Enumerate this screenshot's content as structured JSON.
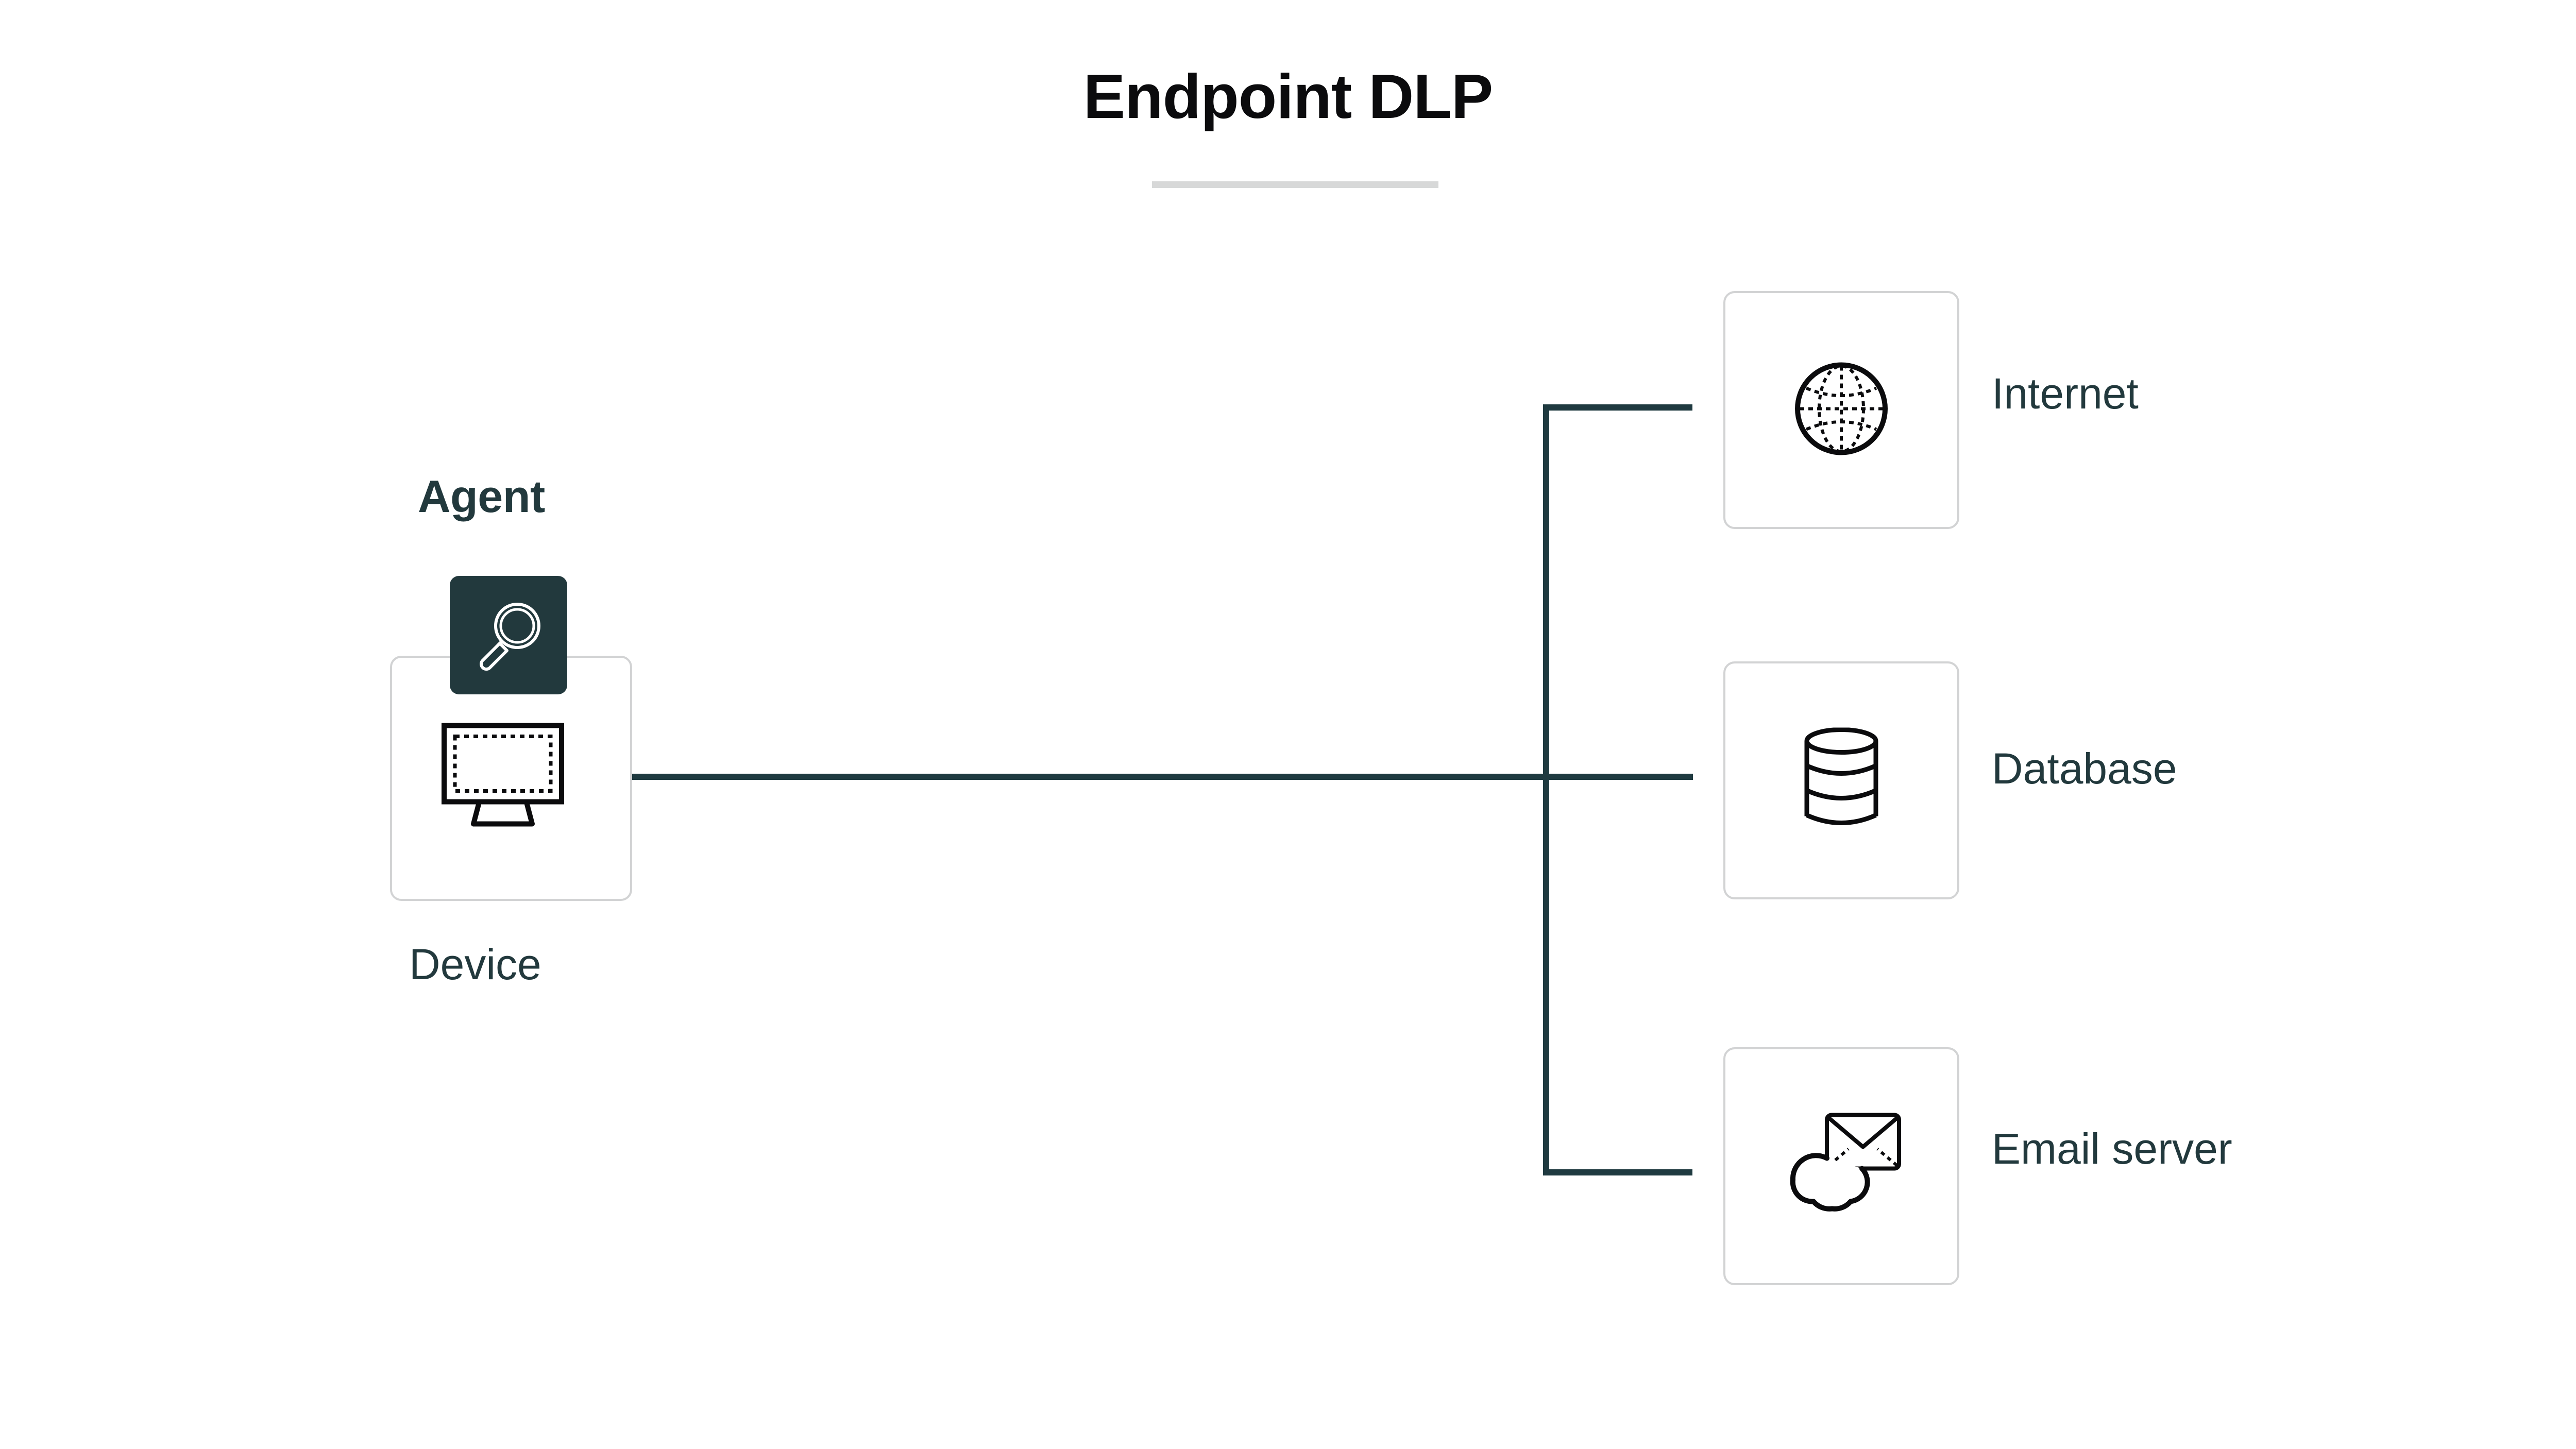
{
  "title": {
    "text": "Endpoint DLP",
    "underline_color": "#d7d8d8"
  },
  "colors": {
    "accent_teal": "#22393d",
    "connector": "#1f3a40",
    "card_border": "#d2d3d4",
    "title_text": "#0b0b0d",
    "label_text": "#22393d",
    "background": "#ffffff",
    "icon_stroke": "#000000",
    "badge_icon": "#ffffff"
  },
  "diagram": {
    "type": "network-topology",
    "source_node": {
      "label": "Device",
      "icon": "monitor-icon",
      "badge": {
        "label": "Agent",
        "icon": "magnifier-icon"
      }
    },
    "destination_nodes": [
      {
        "label": "Internet",
        "icon": "globe-icon"
      },
      {
        "label": "Database",
        "icon": "database-icon"
      },
      {
        "label": "Email server",
        "icon": "email-cloud-icon"
      }
    ],
    "connections": [
      {
        "from": "Device",
        "to": "Internet"
      },
      {
        "from": "Device",
        "to": "Database"
      },
      {
        "from": "Device",
        "to": "Email server"
      }
    ]
  }
}
